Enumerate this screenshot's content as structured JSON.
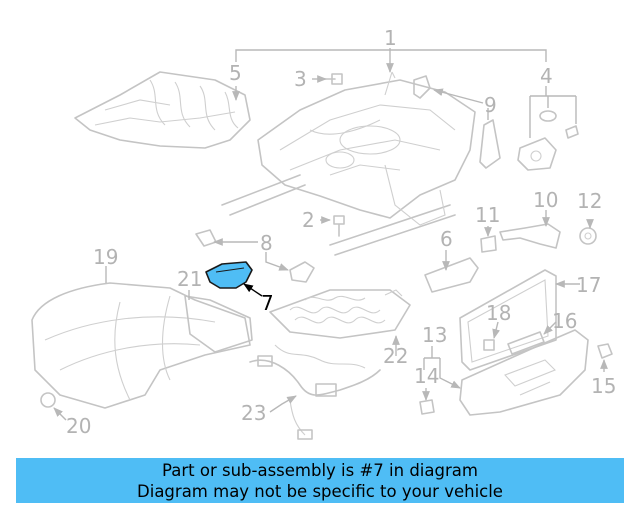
{
  "diagram": {
    "highlight_color": "#4fbdf5",
    "highlighted_part": "7",
    "callouts": [
      "1",
      "2",
      "3",
      "4",
      "5",
      "6",
      "7",
      "8",
      "9",
      "10",
      "11",
      "12",
      "13",
      "14",
      "15",
      "16",
      "17",
      "18",
      "19",
      "20",
      "21",
      "22",
      "23"
    ]
  },
  "caption": {
    "line1": "Part or sub-assembly is #7 in diagram",
    "line2": "Diagram may not be specific to your vehicle"
  }
}
